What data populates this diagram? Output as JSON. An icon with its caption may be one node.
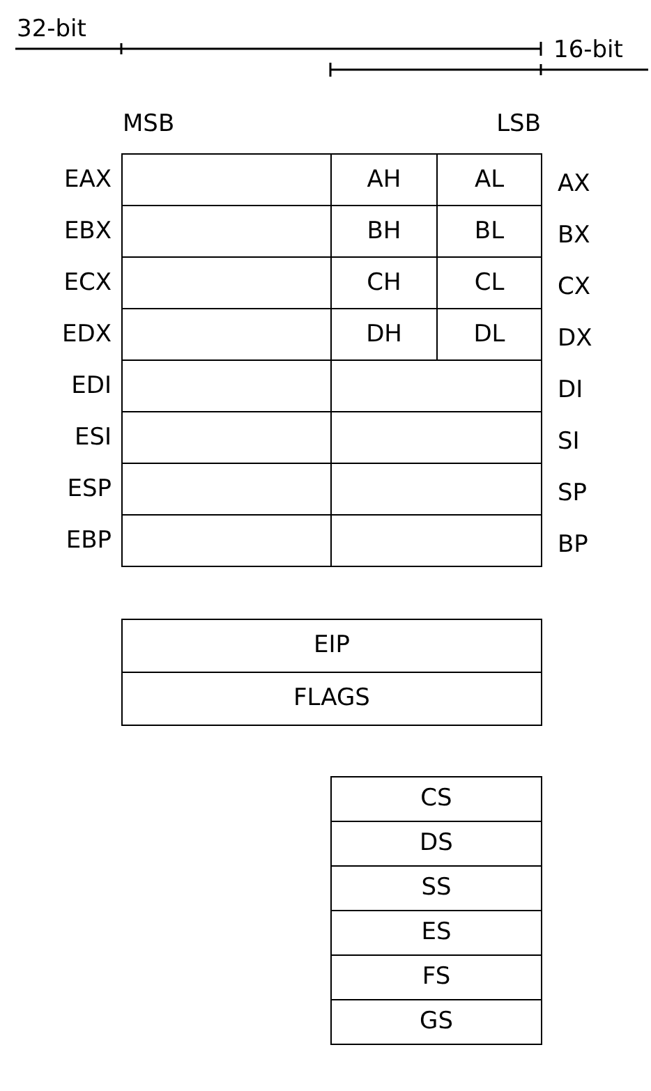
{
  "diagram": {
    "nodes": [
      {
        "text": [],
        "shape": "box"
      },
      {
        "text": [
          "AH"
        ]
      },
      {
        "text": [
          "AL"
        ]
      },
      {
        "text": [],
        "shape": "box"
      },
      {
        "text": [
          "BH"
        ]
      },
      {
        "text": [
          "BL"
        ]
      },
      {
        "text": [],
        "shape": "box"
      },
      {
        "text": [
          "CH"
        ]
      },
      {
        "text": [
          "CL"
        ]
      },
      {
        "text": [],
        "shape": "box"
      },
      {
        "text": [
          "DH"
        ]
      },
      {
        "text": [
          "DL"
        ]
      },
      {
        "text": [],
        "shape": "box"
      },
      {
        "text": [],
        "shape": "box"
      },
      {
        "text": [],
        "shape": "box"
      },
      {
        "text": [],
        "shape": "box"
      },
      {
        "text": [],
        "shape": "box"
      },
      {
        "text": [],
        "shape": "box"
      },
      {
        "text": [],
        "shape": "box"
      },
      {
        "text": [],
        "shape": "box"
      },
      {
        "text": [
          "EIP"
        ]
      },
      {
        "text": [
          "FLAGS"
        ]
      },
      {
        "text": [
          "CS"
        ]
      },
      {
        "text": [
          "DS"
        ]
      },
      {
        "text": [
          "SS"
        ]
      },
      {
        "text": [
          "ES"
        ]
      },
      {
        "text": [
          "FS"
        ]
      },
      {
        "text": [
          "GS"
        ]
      }
    ],
    "labels": [
      "32-bit",
      "16-bit",
      "MSB",
      "LSB",
      "EAX",
      "AX",
      "EBX",
      "BX",
      "ECX",
      "CX",
      "EDX",
      "DX",
      "EDI",
      "DI",
      "ESI",
      "SI",
      "ESP",
      "SP",
      "EBP",
      "BP"
    ]
  }
}
